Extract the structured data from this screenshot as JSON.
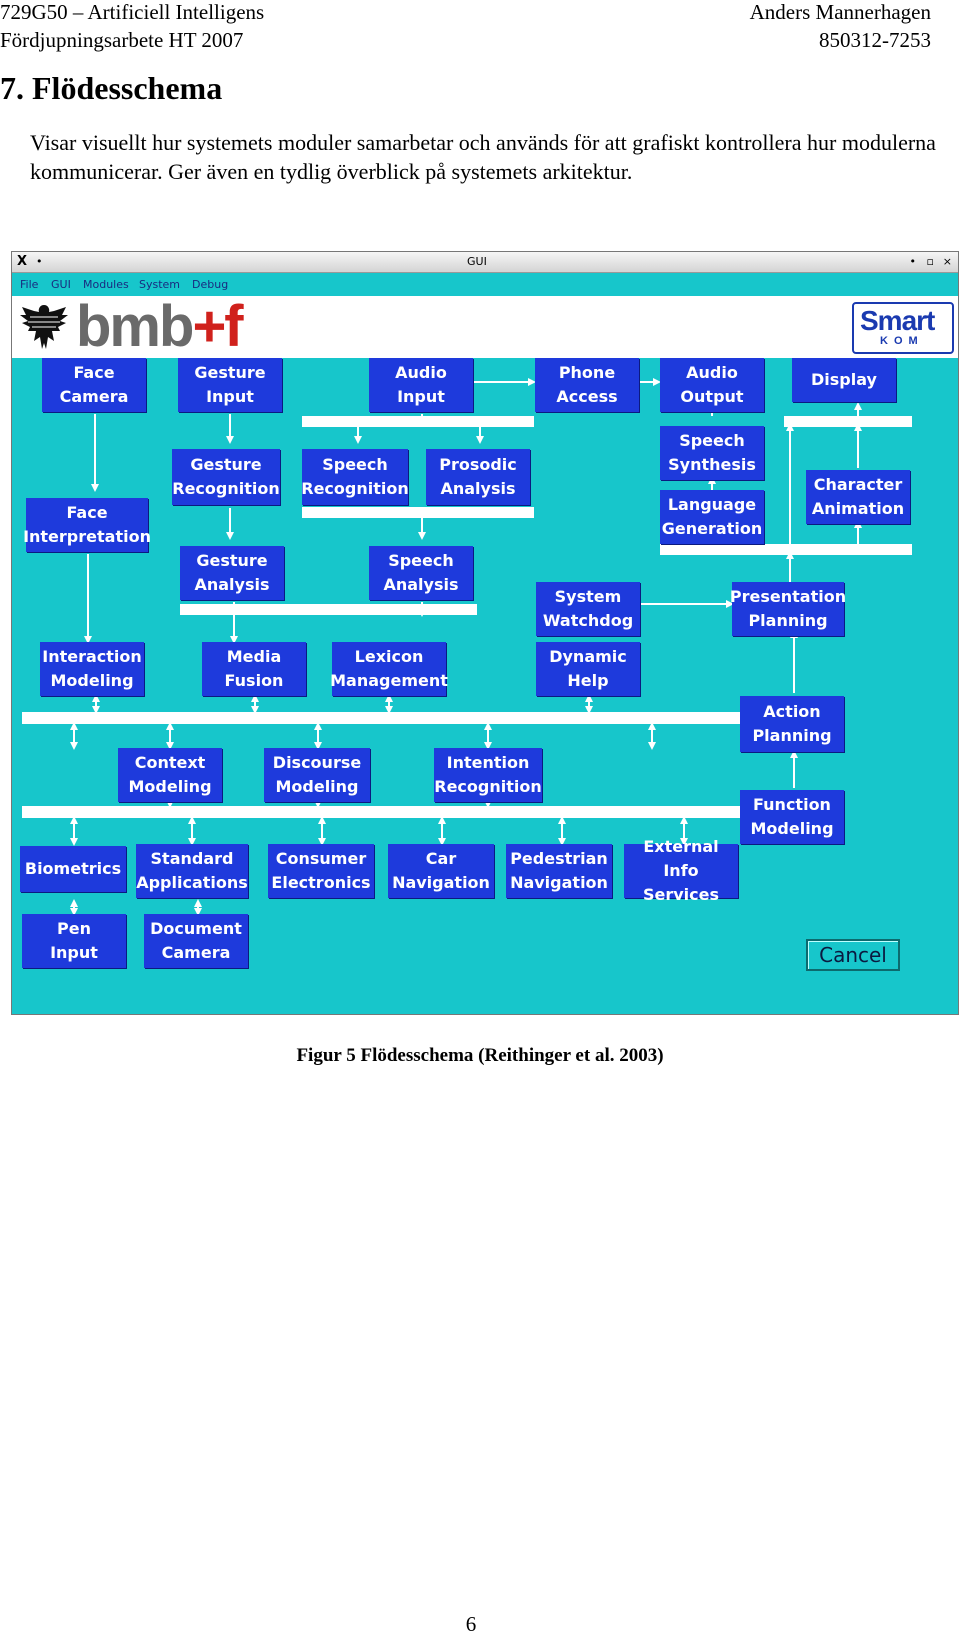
{
  "header": {
    "course": "729G50 – Artificiell Intelligens",
    "subtitle": "Fördjupningsarbete HT 2007",
    "author": "Anders Mannerhagen",
    "id_number": "850312-7253"
  },
  "section": {
    "number": "7.",
    "title": "Flödesschema"
  },
  "intro_text": "Visar visuellt hur systemets moduler samarbetar och används för att grafiskt kontrollera hur modulerna kommunicerar. Ger även en tydlig överblick på systemets arkitektur.",
  "gui": {
    "window_title": "GUI",
    "window_icon": "X",
    "menu": [
      "File",
      "GUI",
      "Modules",
      "System",
      "Debug"
    ],
    "logo_left": {
      "part1": "bmb",
      "part2": "+f"
    },
    "logo_right": {
      "line1": "Smart",
      "line2": "KOM"
    },
    "modules": {
      "face_camera": [
        "Face",
        "Camera"
      ],
      "gesture_input": [
        "Gesture",
        "Input"
      ],
      "audio_input": [
        "Audio",
        "Input"
      ],
      "phone_access": [
        "Phone",
        "Access"
      ],
      "audio_output": [
        "Audio",
        "Output"
      ],
      "display": [
        "Display"
      ],
      "gesture_recognition": [
        "Gesture",
        "Recognition"
      ],
      "speech_recognition": [
        "Speech",
        "Recognition"
      ],
      "prosodic_analysis": [
        "Prosodic",
        "Analysis"
      ],
      "speech_synthesis": [
        "Speech",
        "Synthesis"
      ],
      "character_animation": [
        "Character",
        "Animation"
      ],
      "face_interpretation": [
        "Face",
        "Interpretation"
      ],
      "language_generation": [
        "Language",
        "Generation"
      ],
      "gesture_analysis": [
        "Gesture",
        "Analysis"
      ],
      "speech_analysis": [
        "Speech",
        "Analysis"
      ],
      "system_watchdog": [
        "System",
        "Watchdog"
      ],
      "presentation_planning": [
        "Presentation",
        "Planning"
      ],
      "interaction_modeling": [
        "Interaction",
        "Modeling"
      ],
      "media_fusion": [
        "Media",
        "Fusion"
      ],
      "lexicon_management": [
        "Lexicon",
        "Management"
      ],
      "dynamic_help": [
        "Dynamic",
        "Help"
      ],
      "action_planning": [
        "Action",
        "Planning"
      ],
      "context_modeling": [
        "Context",
        "Modeling"
      ],
      "discourse_modeling": [
        "Discourse",
        "Modeling"
      ],
      "intention_recognition": [
        "Intention",
        "Recognition"
      ],
      "function_modeling": [
        "Function",
        "Modeling"
      ],
      "biometrics": [
        "Biometrics"
      ],
      "standard_applications": [
        "Standard",
        "Applications"
      ],
      "consumer_electronics": [
        "Consumer",
        "Electronics"
      ],
      "car_navigation": [
        "Car",
        "Navigation"
      ],
      "pedestrian_navigation": [
        "Pedestrian",
        "Navigation"
      ],
      "external_info_services": [
        "External",
        "Info Services"
      ],
      "pen_input": [
        "Pen",
        "Input"
      ],
      "document_camera": [
        "Document",
        "Camera"
      ]
    },
    "cancel_label": "Cancel"
  },
  "caption": "Figur 5 Flödesschema (Reithinger et al. 2003)",
  "page_number": "6"
}
